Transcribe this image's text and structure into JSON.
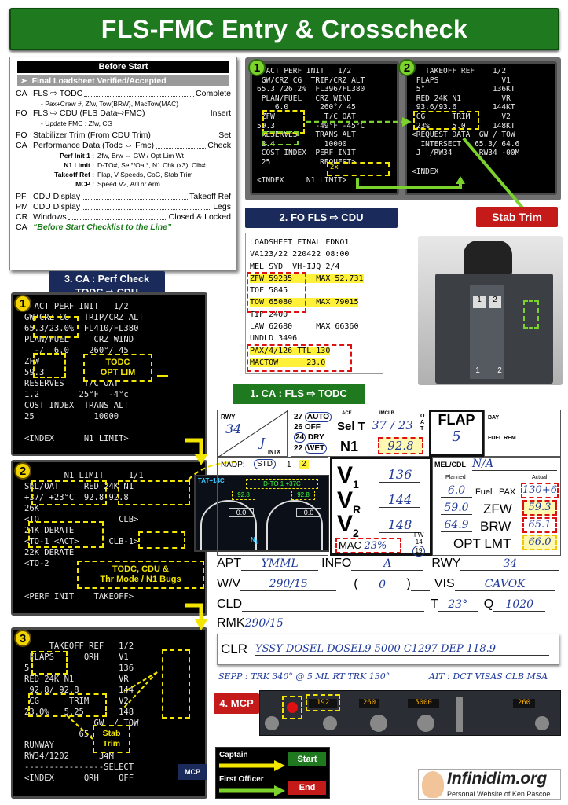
{
  "title": "FLS-FMC Entry & Crosscheck",
  "before_start": {
    "header": "Before Start",
    "bar": "Final Loadsheet Verified/Accepted",
    "rows": [
      {
        "who": "CA",
        "text": "FLS ⇨ TODC",
        "value": "Complete"
      },
      {
        "who": "FO",
        "text": "FLS ⇨ CDU (FLS Data⇨FMC)",
        "value": "Insert"
      },
      {
        "who": "FO",
        "text": "Stabilizer Trim (From CDU Trim)",
        "value": "Set"
      },
      {
        "who": "CA",
        "text": "Performance Data (Todc ⇔ Fmc)",
        "value": "Check"
      },
      {
        "who": "PF",
        "text": "CDU Display",
        "value": "Takeoff Ref"
      },
      {
        "who": "PM",
        "text": "CDU Display",
        "value": "Legs"
      },
      {
        "who": "CR",
        "text": "Windows",
        "value": "Closed & Locked"
      },
      {
        "who": "CA",
        "text": "“Before Start Checklist to the Line”",
        "value": ""
      }
    ],
    "sub1": "- Pax+Crew #, Zfw, Tow(BRW), MacTow(MAC)",
    "sub2": "- Update FMC : Zfw, CG",
    "perf": [
      {
        "k": "Perf Init 1 :",
        "v": "Zfw, Brw ⇔ GW / Opt Lim Wt"
      },
      {
        "k": "N1 Limit :",
        "v": "D-TO#, Sel°/Oat°, N1 Chk (x3), Clb#"
      },
      {
        "k": "Takeoff Ref :",
        "v": "Flap, V Speeds, CoG, Stab Trim"
      },
      {
        "k": "MCP :",
        "v": "Speed V2, A/Thr Arm"
      }
    ]
  },
  "labels": {
    "ca_perf": "3. CA : Perf Check\nTODC ⇨ CDU",
    "fo_fls": "2. FO FLS ⇨ CDU",
    "ca_fls": "1. CA : FLS ⇨ TODC",
    "stab_trim": "Stab Trim",
    "mcp": "4. MCP",
    "todc_opt": "TODC\nOPT LIM",
    "todc_cdu": "TODC, CDU &\nThr Mode / N1 Bugs",
    "stab_trim2": "Stab\nTrim",
    "mcp_tag": "MCP",
    "n1limit_x": "2x"
  },
  "cdu_top_left": "  ACT PERF INIT   1/2\n GW/CRZ CG  TRIP/CRZ ALT\n65.3 /26.2%  FL396/FL380\n PLAN/FUEL   CRZ WIND\n    6.0       260°/ 45\n ZFW           T/C OAT\n59.3         -49°F -45°C\n RESERVES    TRANS ALT\n 2.4           10000\n COST INDEX  PERF INIT\n 25           REQUEST>\n\n<INDEX     N1 LIMIT>",
  "cdu_top_right": "   TAKEOFF REF    1/2\n FLAPS              V1\n 5°               136KT\n RED 24K N1         VR\n 93.6/93.6        144KT\n CG      TRIM       V2\n 23%     5.0      148KT\n<REQUEST DATA  GW / TOW\n  INTERSECT   65.3/ 64.6\n J  /RW34      RW34 -00M\n\n<INDEX",
  "cdu1": "  ACT PERF INIT   1/2\nGW/CRZ CG   TRIP/CRZ ALT\n65.3/23.0%  FL410/FL380\nPLAN/FUEL     CRZ WIND\n  -/  6.0    260°/ 45\nZFW          ISA DEV\n59.3            45°c\nRESERVES    T/C OAT\n1.2        25°F  -4°c\nCOST INDEX  TRANS ALT\n25            10000\n\n<INDEX      N1 LIMIT>",
  "cdu2": "        N1 LIMIT     1/1\nSEL/OAT     RED 24K N1\n+37/ +23°C  92.8 92.8\n26K\n<TO                CLB>\n24K DERATE\n<TO-1 <ACT>      CLB-1>\n22K DERATE\n<TO-2\n\n\n<PERF INIT    TAKEOFF>",
  "cdu3": "     TAKEOFF REF   1/2\n FLAPS      QRH    V1\n5°                 136\nRED 24K N1         VR\n 92.8/ 92.8        144\n CG      TRIM      V2\n23.0%   5.25       148\n              GW  / TOW\n           65.3/ 65.3\nRUNWAY\nRW34/1202      34M\n----------------SELECT\n<INDEX      QRH    OFF",
  "loadsheet": [
    "LOADSHEET FINAL EDNO1",
    "VA123/22 220422 08:00",
    "MEL SYD  VH-IJQ 2/4",
    "ZFW 59235     MAX 52,731",
    "TOF 5845",
    "TOW 65080     MAX 79015",
    "TIF 2400",
    "LAW 62680     MAX 66360",
    "UNDLD 3496",
    "PAX/4/126 TTL 130",
    "MACTOW      23.0"
  ],
  "todc": {
    "rwy_lbl": "RWY",
    "rwy": "34",
    "intx_val": "J",
    "intx_lbl": "INTX",
    "rows": [
      {
        "n": "27",
        "v": "AUTO"
      },
      {
        "n": "26",
        "v": "OFF"
      },
      {
        "n": "24",
        "v": "DRY"
      },
      {
        "n": "22",
        "v": "WET"
      }
    ],
    "ace": "ACE",
    "imclb": "IMCLB",
    "oat": "OAT",
    "sel_t": "Sel T",
    "sel_val": "37 / 23",
    "n1": "N1",
    "n1_val": "92.8",
    "v1_val": "136",
    "vr_val": "144",
    "v2_val": "148",
    "flap_lbl": "FLAP",
    "flap_val": "5",
    "bay": "BAY",
    "fuel_rem": "FUEL REM",
    "mel_lbl": "MEL/CDL",
    "mel_val": "N/A",
    "planned": "Planned",
    "actual": "Actual",
    "fuel_planned": "6.0",
    "fuel_lbl": "Fuel",
    "pax_lbl": "PAX",
    "pax_actual": "130+6",
    "zfw_planned": "59.0",
    "zfw_lbl": "ZFW",
    "zfw_actual": "59.3",
    "brw_planned": "64.9",
    "brw_lbl": "BRW",
    "brw_actual": "65.1",
    "opt_lbl": "OPT LMT",
    "opt_actual": "66.0",
    "nadp": "NADP:",
    "std": "STD",
    "nadp1": "1",
    "nadp2": "2",
    "mac": "MAC",
    "mac_val": "23%",
    "fw": "FW",
    "fw_val": "14",
    "fw_circ": "19",
    "tat": "TAT+14C",
    "eng_box": "D-TO 1 +37C",
    "eng_n1a": "92.8",
    "eng_n1b": "92.8",
    "eng_dial": "0.0"
  },
  "form": {
    "apt": "APT",
    "apt_val": "YMML",
    "info": "INFO",
    "info_val": "A",
    "rwy": "RWY",
    "rwy_val": "34",
    "wv": "W/V",
    "wv_val": "290/15",
    "wv_paren": "0",
    "vis": "VIS",
    "vis_val": "CAVOK",
    "cld": "CLD",
    "t": "T",
    "t_val": "23°",
    "q": "Q",
    "q_val": "1020",
    "rmk": "RMK",
    "rmk_val": "290/15",
    "clr": "CLR",
    "clr_val": "YSSY DOSEL DOSEL9  5000  C1297  DEP 118.9",
    "sepp": "SEPP : TRK 340° @ 5 ML RT TRK 130°",
    "ait": "AIT : DCT VISAS CLB MSA"
  },
  "mcp_vals": {
    "spd": "192",
    "hdg": "260",
    "alt": "5000",
    "alt2": "260"
  },
  "legend": {
    "captain": "Captain",
    "fo": "First Officer",
    "start": "Start",
    "end": "End"
  },
  "logo": {
    "name": "Infinidim.org",
    "tag": "Personal Website of Ken Pascoe"
  }
}
